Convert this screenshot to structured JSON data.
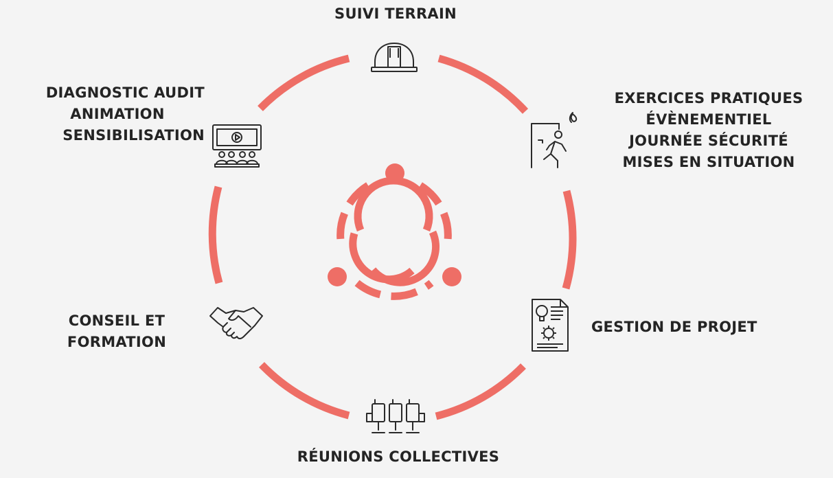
{
  "colors": {
    "accent": "#ee6e66",
    "icon": "#2a2a2a",
    "text": "#242424",
    "background": "#f4f4f4"
  },
  "center": {
    "icon": "triquetra-logo-icon"
  },
  "nodes": [
    {
      "id": "suivi-terrain",
      "icon": "hard-hat-icon",
      "lines": [
        "SUIVI TERRAIN"
      ]
    },
    {
      "id": "exercices",
      "icon": "emergency-exit-icon",
      "lines": [
        "EXERCICES PRATIQUES",
        "ÉVÈNEMENTIEL",
        "JOURNÉE SÉCURITÉ",
        "MISES EN SITUATION"
      ]
    },
    {
      "id": "gestion-projet",
      "icon": "project-document-icon",
      "lines": [
        "GESTION DE PROJET"
      ]
    },
    {
      "id": "reunions",
      "icon": "meeting-chairs-icon",
      "lines": [
        "RÉUNIONS COLLECTIVES"
      ]
    },
    {
      "id": "conseil",
      "icon": "handshake-icon",
      "lines": [
        "CONSEIL ET",
        "FORMATION"
      ]
    },
    {
      "id": "diagnostic",
      "icon": "presentation-audience-icon",
      "lines": [
        "DIAGNOSTIC AUDIT",
        "ANIMATION",
        "SENSIBILISATION"
      ]
    }
  ]
}
